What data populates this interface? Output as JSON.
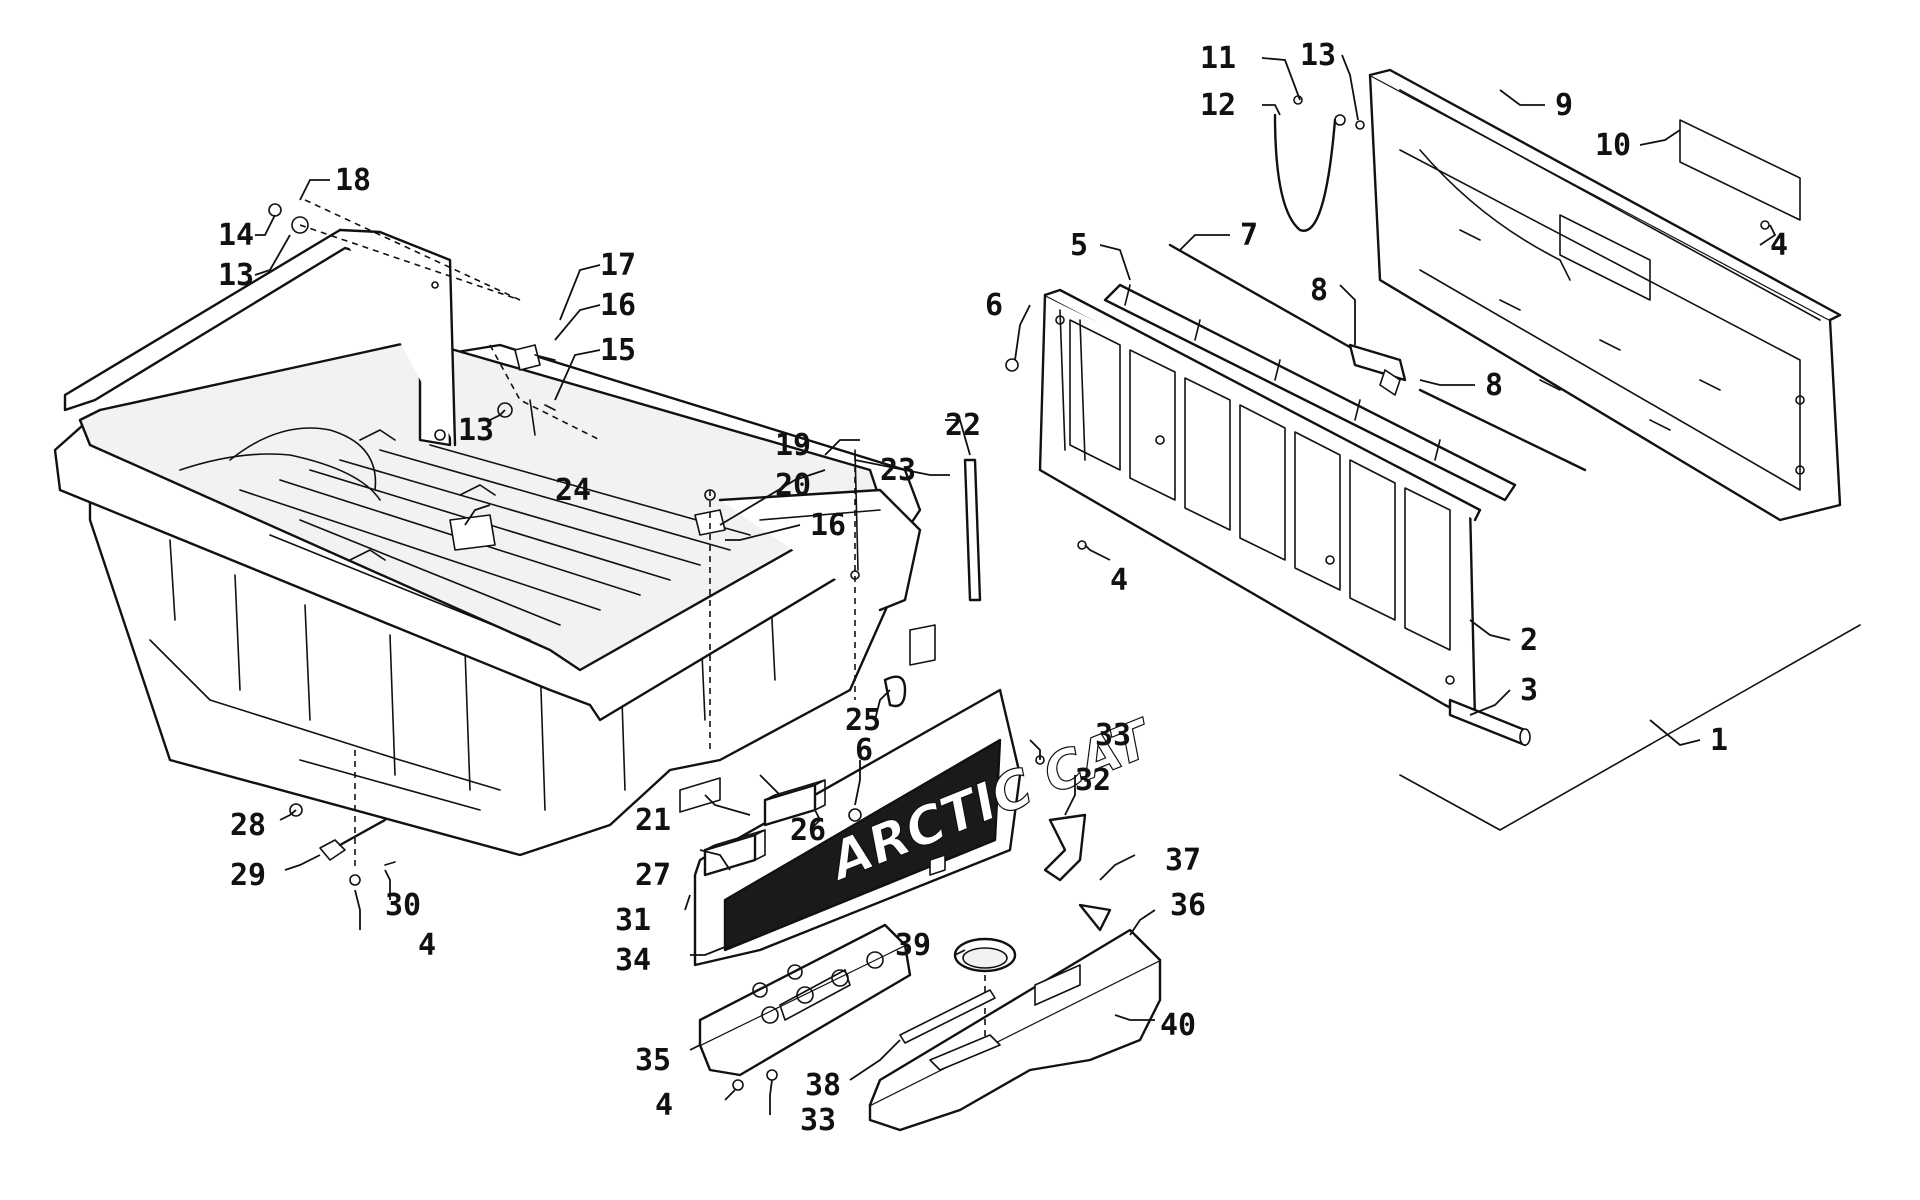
{
  "decal": {
    "brand_text": "ARCTIC CAT"
  },
  "callouts": [
    {
      "id": "c1",
      "text": "1"
    },
    {
      "id": "c2",
      "text": "2"
    },
    {
      "id": "c3",
      "text": "3"
    },
    {
      "id": "c4a",
      "text": "4"
    },
    {
      "id": "c4b",
      "text": "4"
    },
    {
      "id": "c4c",
      "text": "4"
    },
    {
      "id": "c4d",
      "text": "4"
    },
    {
      "id": "c5",
      "text": "5"
    },
    {
      "id": "c6a",
      "text": "6"
    },
    {
      "id": "c6b",
      "text": "6"
    },
    {
      "id": "c7",
      "text": "7"
    },
    {
      "id": "c8a",
      "text": "8"
    },
    {
      "id": "c8b",
      "text": "8"
    },
    {
      "id": "c9",
      "text": "9"
    },
    {
      "id": "c10",
      "text": "10"
    },
    {
      "id": "c11",
      "text": "11"
    },
    {
      "id": "c12",
      "text": "12"
    },
    {
      "id": "c13a",
      "text": "13"
    },
    {
      "id": "c13b",
      "text": "13"
    },
    {
      "id": "c13c",
      "text": "13"
    },
    {
      "id": "c14",
      "text": "14"
    },
    {
      "id": "c15",
      "text": "15"
    },
    {
      "id": "c16a",
      "text": "16"
    },
    {
      "id": "c16b",
      "text": "16"
    },
    {
      "id": "c17",
      "text": "17"
    },
    {
      "id": "c18",
      "text": "18"
    },
    {
      "id": "c19",
      "text": "19"
    },
    {
      "id": "c20",
      "text": "20"
    },
    {
      "id": "c21",
      "text": "21"
    },
    {
      "id": "c22",
      "text": "22"
    },
    {
      "id": "c23",
      "text": "23"
    },
    {
      "id": "c24",
      "text": "24"
    },
    {
      "id": "c25",
      "text": "25"
    },
    {
      "id": "c26",
      "text": "26"
    },
    {
      "id": "c27",
      "text": "27"
    },
    {
      "id": "c28",
      "text": "28"
    },
    {
      "id": "c29",
      "text": "29"
    },
    {
      "id": "c30",
      "text": "30"
    },
    {
      "id": "c31",
      "text": "31"
    },
    {
      "id": "c32",
      "text": "32"
    },
    {
      "id": "c33a",
      "text": "33"
    },
    {
      "id": "c33b",
      "text": "33"
    },
    {
      "id": "c34",
      "text": "34"
    },
    {
      "id": "c35",
      "text": "35"
    },
    {
      "id": "c36",
      "text": "36"
    },
    {
      "id": "c37",
      "text": "37"
    },
    {
      "id": "c38",
      "text": "38"
    },
    {
      "id": "c39",
      "text": "39"
    },
    {
      "id": "c40",
      "text": "40"
    }
  ]
}
